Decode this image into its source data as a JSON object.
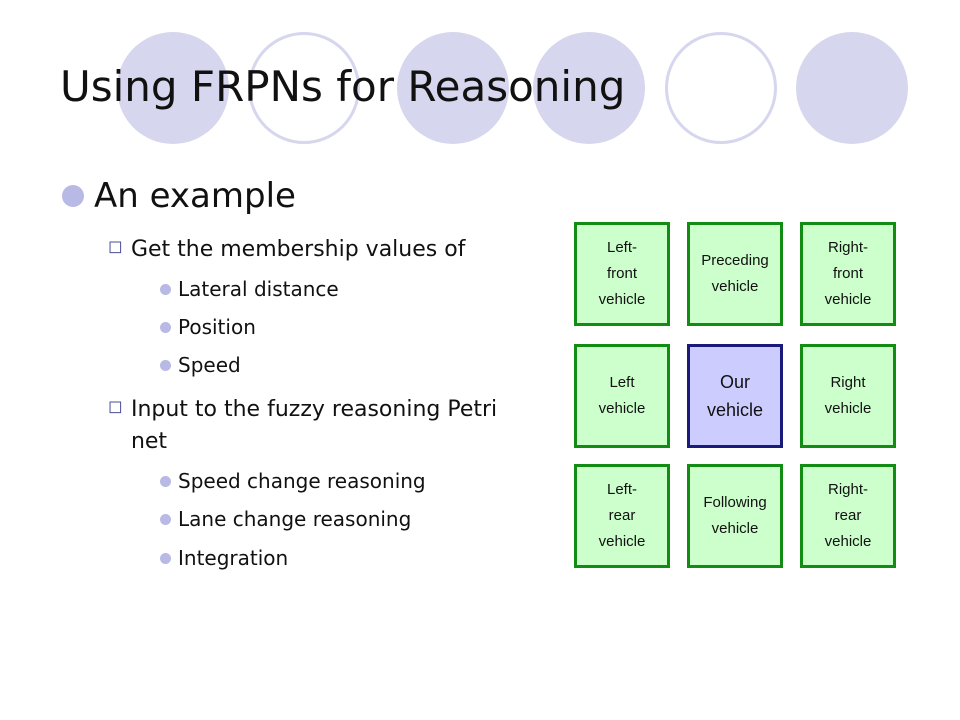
{
  "slide": {
    "title": "Using FRPNs for Reasoning",
    "bullets": {
      "main": "An example",
      "sub1": "Get the membership values of",
      "sub1_items": [
        "Lateral distance",
        "Position",
        "Speed"
      ],
      "sub2": "Input to the fuzzy reasoning Petri net",
      "sub2_items": [
        "Speed change reasoning",
        "Lane change reasoning",
        "Integration"
      ]
    }
  },
  "grid": {
    "cells": [
      "Left-\nfront\nvehicle",
      "Preceding\nvehicle",
      "Right-\nfront\nvehicle",
      "Left\nvehicle",
      "Our\nvehicle",
      "Right\nvehicle",
      "Left-\nrear\nvehicle",
      "Following\nvehicle",
      "Right-\nrear\nvehicle"
    ],
    "colors": {
      "vehicle_fill": "#ccffcc",
      "vehicle_border": "#128c12",
      "our_fill": "#ccccff",
      "our_border": "#1a1a7a"
    }
  },
  "theme": {
    "decor_color": "#d6d6ee",
    "bullet_color": "#b9b9e6"
  }
}
